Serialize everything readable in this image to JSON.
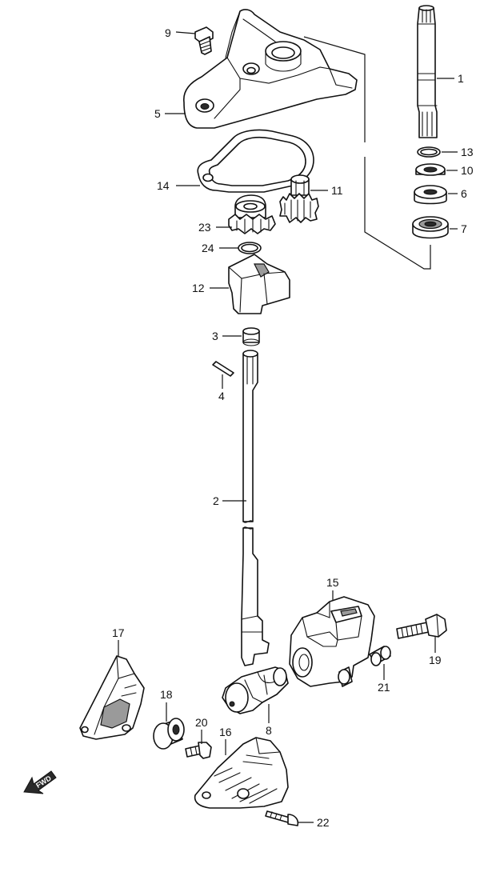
{
  "colors": {
    "line": "#111111",
    "background": "#ffffff",
    "shade": "#9a9a9a"
  },
  "direction_arrow": {
    "label": "FWD",
    "icon": "forward-arrow-icon"
  },
  "callouts": [
    {
      "id": "c1",
      "label": "1"
    },
    {
      "id": "c2",
      "label": "2"
    },
    {
      "id": "c3",
      "label": "3"
    },
    {
      "id": "c4",
      "label": "4"
    },
    {
      "id": "c5",
      "label": "5"
    },
    {
      "id": "c6",
      "label": "6"
    },
    {
      "id": "c7",
      "label": "7"
    },
    {
      "id": "c8",
      "label": "8"
    },
    {
      "id": "c9",
      "label": "9"
    },
    {
      "id": "c10",
      "label": "10"
    },
    {
      "id": "c11",
      "label": "11"
    },
    {
      "id": "c12",
      "label": "12"
    },
    {
      "id": "c13",
      "label": "13"
    },
    {
      "id": "c14",
      "label": "14"
    },
    {
      "id": "c15",
      "label": "15"
    },
    {
      "id": "c16",
      "label": "16"
    },
    {
      "id": "c17",
      "label": "17"
    },
    {
      "id": "c18",
      "label": "18"
    },
    {
      "id": "c19",
      "label": "19"
    },
    {
      "id": "c20",
      "label": "20"
    },
    {
      "id": "c21",
      "label": "21"
    },
    {
      "id": "c22",
      "label": "22"
    },
    {
      "id": "c23",
      "label": "23"
    },
    {
      "id": "c24",
      "label": "24"
    }
  ]
}
